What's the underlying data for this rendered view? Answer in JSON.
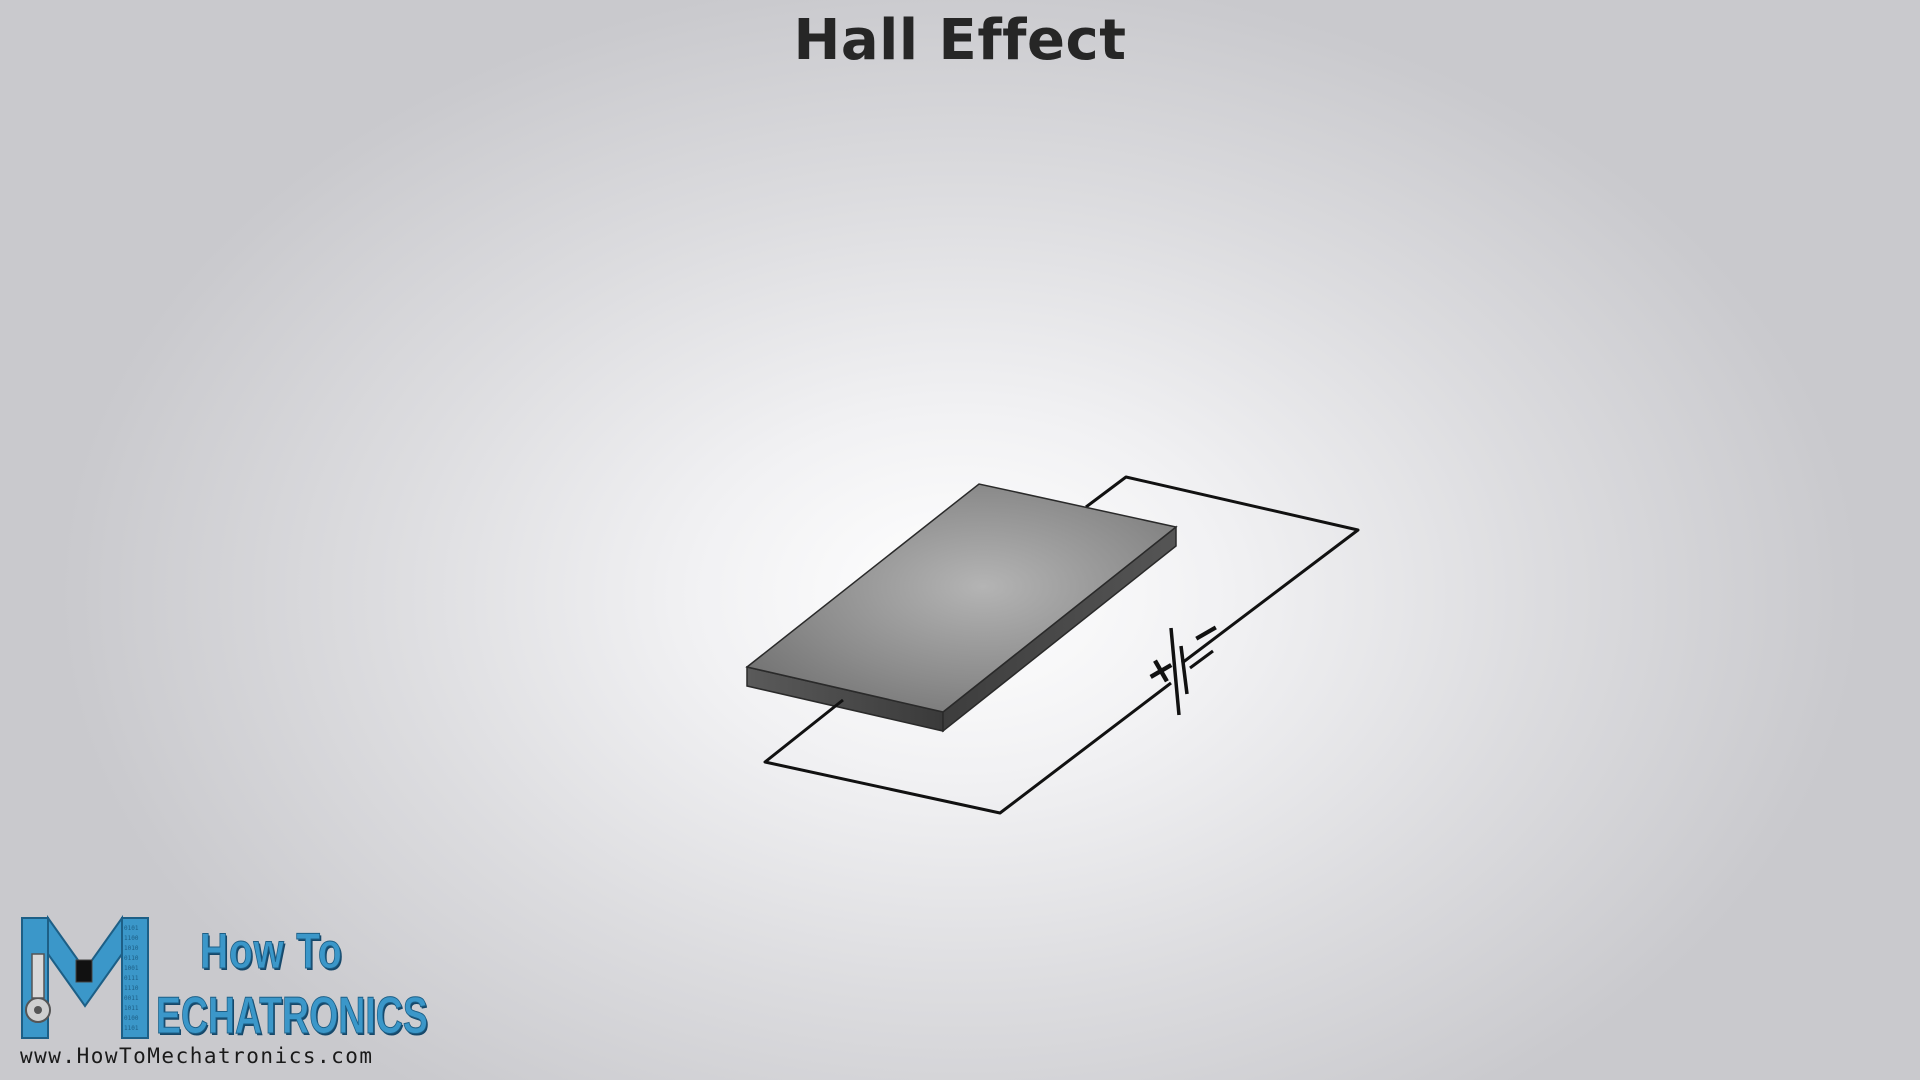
{
  "title": "Hall Effect",
  "diagram": {
    "battery_plus": "+",
    "battery_minus": "−",
    "colors": {
      "plate_top": "#9a9a9a",
      "plate_front": "#4a4a4a",
      "wire": "#111111"
    }
  },
  "logo": {
    "line1": "How To",
    "line2": "ECHATRONICS",
    "url": "www.HowToMechatronics.com",
    "icon": "mechatronics-m-logo-icon"
  }
}
